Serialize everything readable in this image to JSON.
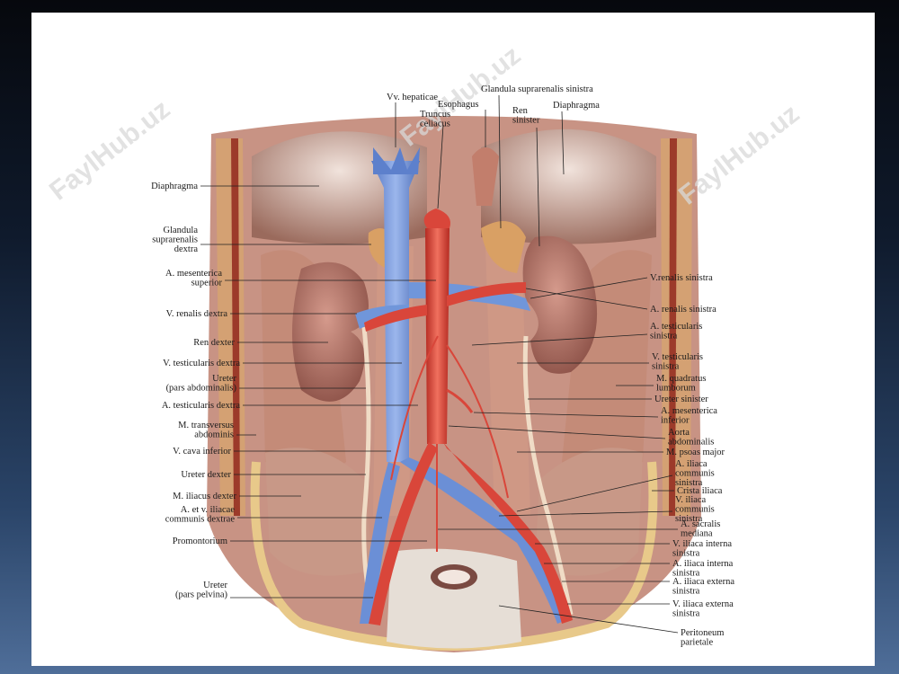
{
  "watermark": "FaylHub.uz",
  "colors": {
    "vein": "#6f93d6",
    "artery": "#d9463a",
    "kidney": "#b8766a",
    "muscle": "#c58f7c",
    "adrenal": "#d9a064",
    "background": "#ffffff"
  },
  "labels_top": [
    {
      "id": "vv-hepaticae",
      "lines": [
        "Vv. hepaticae"
      ]
    },
    {
      "id": "esophagus",
      "lines": [
        "Esophagus"
      ]
    },
    {
      "id": "truncus-celiacus",
      "lines": [
        "Truncus",
        "celiacus"
      ]
    },
    {
      "id": "glandula-suprarenalis-sinistra",
      "lines": [
        "Glandula suprarenalis sinistra"
      ]
    },
    {
      "id": "ren-sinister",
      "lines": [
        "Ren",
        "sinister"
      ]
    },
    {
      "id": "diaphragma-top",
      "lines": [
        "Diaphragma"
      ]
    }
  ],
  "labels_left": [
    {
      "id": "diaphragma-left",
      "lines": [
        "Diaphragma"
      ]
    },
    {
      "id": "glandula-suprarenalis-dextra",
      "lines": [
        "Glandula",
        "suprarenalis",
        "dextra"
      ]
    },
    {
      "id": "a-mesenterica-superior",
      "lines": [
        "A. mesenterica",
        "superior"
      ]
    },
    {
      "id": "v-renalis-dextra",
      "lines": [
        "V. renalis dextra"
      ]
    },
    {
      "id": "ren-dexter",
      "lines": [
        "Ren dexter"
      ]
    },
    {
      "id": "v-testicularis-dextra",
      "lines": [
        "V. testicularis dextra"
      ]
    },
    {
      "id": "ureter-pars-abdominalis",
      "lines": [
        "Ureter",
        "(pars abdominalis)"
      ]
    },
    {
      "id": "a-testicularis-dextra",
      "lines": [
        "A. testicularis dextra"
      ]
    },
    {
      "id": "m-transversus-abdominis",
      "lines": [
        "M. transversus",
        "abdominis"
      ]
    },
    {
      "id": "v-cava-inferior",
      "lines": [
        "V. cava inferior"
      ]
    },
    {
      "id": "ureter-dexter",
      "lines": [
        "Ureter dexter"
      ]
    },
    {
      "id": "m-iliacus-dexter",
      "lines": [
        "M. iliacus dexter"
      ]
    },
    {
      "id": "a-et-v-iliacae",
      "lines": [
        "A. et v. iliacae",
        "communis dextrae"
      ]
    },
    {
      "id": "promontorium",
      "lines": [
        "Promontorium"
      ]
    },
    {
      "id": "ureter-pars-pelvina",
      "lines": [
        "Ureter",
        "(pars pelvina)"
      ]
    }
  ],
  "labels_right": [
    {
      "id": "v-renalis-sinistra",
      "lines": [
        "V.renalis sinistra"
      ]
    },
    {
      "id": "a-renalis-sinistra",
      "lines": [
        "A. renalis sinistra"
      ]
    },
    {
      "id": "a-testicularis-sinistra",
      "lines": [
        "A. testicularis",
        "sinistra"
      ]
    },
    {
      "id": "v-testicularis-sinistra",
      "lines": [
        "V. testicularis",
        "sinistra"
      ]
    },
    {
      "id": "m-quadratus-lumborum",
      "lines": [
        "M. quadratus",
        "lumborum"
      ]
    },
    {
      "id": "ureter-sinister",
      "lines": [
        "Ureter sinister"
      ]
    },
    {
      "id": "a-mesenterica-inferior",
      "lines": [
        "A. mesenterica",
        "inferior"
      ]
    },
    {
      "id": "aorta-abdominalis",
      "lines": [
        "Aorta",
        "abdominalis"
      ]
    },
    {
      "id": "m-psoas-major",
      "lines": [
        "M. psoas major"
      ]
    },
    {
      "id": "a-iliaca-communis-sinistra",
      "lines": [
        "A. iliaca",
        "communis",
        "sinistra"
      ]
    },
    {
      "id": "crista-iliaca",
      "lines": [
        "Crista iliaca"
      ]
    },
    {
      "id": "v-iliaca-communis-sinistra",
      "lines": [
        "V. iliaca",
        "communis",
        "sinistra"
      ]
    },
    {
      "id": "a-sacralis-mediana",
      "lines": [
        "A. sacralis",
        "mediana"
      ]
    },
    {
      "id": "v-iliaca-interna-sinistra",
      "lines": [
        "V. iliaca interna",
        "sinistra"
      ]
    },
    {
      "id": "a-iliaca-interna-sinistra",
      "lines": [
        "A. iliaca interna",
        "sinistra"
      ]
    },
    {
      "id": "a-iliaca-externa-sinistra",
      "lines": [
        "A. iliaca externa",
        "sinistra"
      ]
    },
    {
      "id": "v-iliaca-externa-sinistra",
      "lines": [
        "V. iliaca externa",
        "sinistra"
      ]
    },
    {
      "id": "peritoneum-parietale",
      "lines": [
        "Peritoneum",
        "parietale"
      ]
    }
  ]
}
